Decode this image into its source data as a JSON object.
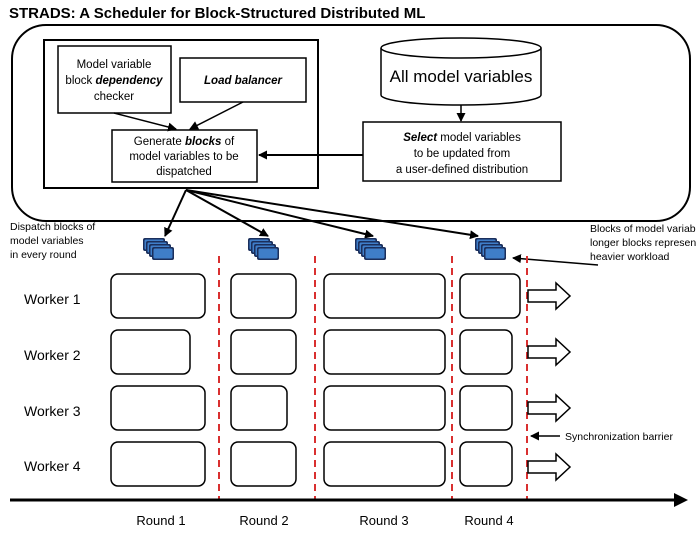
{
  "title": "STRADS: A Scheduler for Block-Structured Distributed ML",
  "scheduler": {
    "dependency_checker": {
      "line1": "Model variable",
      "line2_pre": "block ",
      "line2_em": "dependency",
      "line3": "checker"
    },
    "load_balancer": "Load balancer",
    "generate": {
      "line1_pre": "Generate ",
      "line1_em": "blocks",
      "line1_post": " of",
      "line2": "model variables to be",
      "line3": "dispatched"
    },
    "all_vars": "All model variables",
    "select": {
      "line1_em": "Select",
      "line1_post": " model variables",
      "line2": "to be updated from",
      "line3": "a user-defined distribution"
    }
  },
  "notes": {
    "dispatch": [
      "Dispatch blocks of",
      "model variables",
      "in every round"
    ],
    "blocks": [
      "Blocks of model variables;",
      "longer  blocks represent",
      "heavier workload"
    ],
    "sync": "Synchronization barrier"
  },
  "workers": [
    "Worker 1",
    "Worker 2",
    "Worker 3",
    "Worker 4"
  ],
  "rounds": [
    "Round 1",
    "Round 2",
    "Round 3",
    "Round 4"
  ],
  "colors": {
    "barrier": "#d93030",
    "block_fill": "#3f7ec9",
    "block_dark": "#1b2f5c"
  },
  "icons": [
    "block-stack-icon"
  ]
}
